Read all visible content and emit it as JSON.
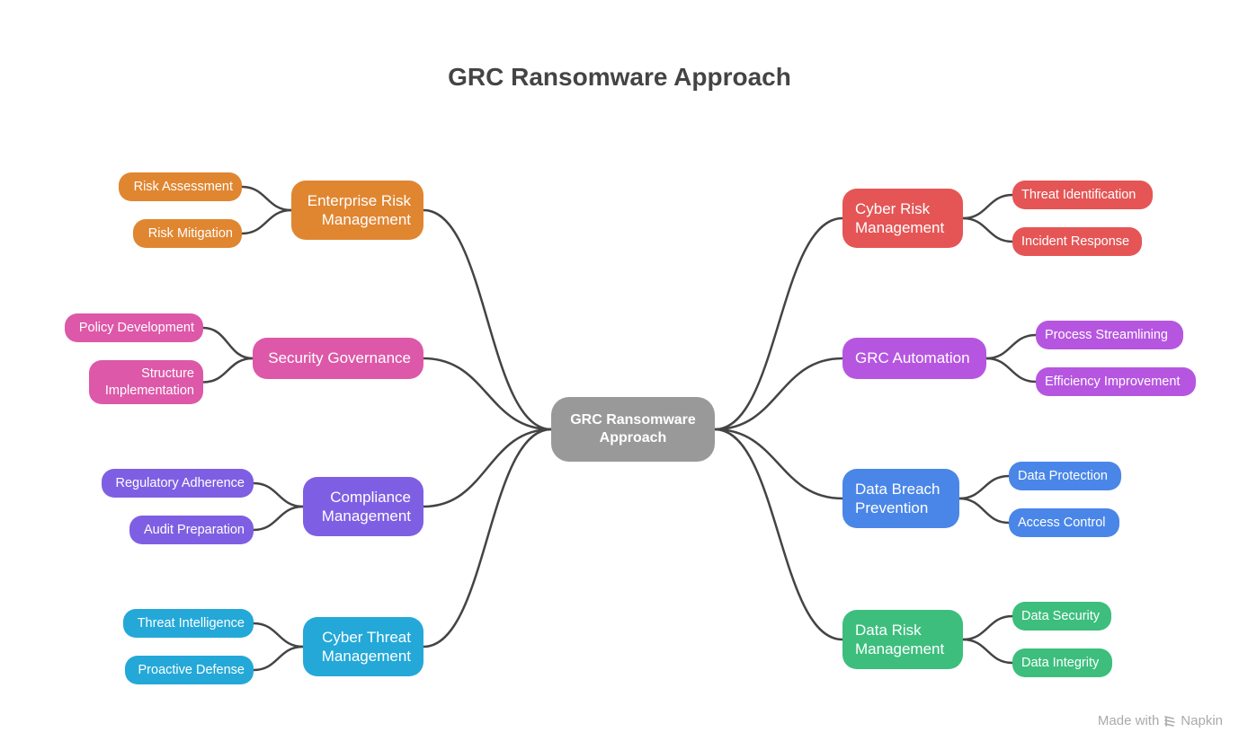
{
  "title": "GRC Ransomware Approach",
  "center": {
    "label": "GRC Ransomware Approach",
    "color": "#999999"
  },
  "link_color": "#444444",
  "branches": [
    {
      "label": "Enterprise Risk Management",
      "side": "left",
      "color": "#E08631",
      "children": [
        "Risk Assessment",
        "Risk Mitigation"
      ]
    },
    {
      "label": "Security Governance",
      "side": "left",
      "color": "#DD58A8",
      "children": [
        "Policy Development",
        "Structure Implementation"
      ]
    },
    {
      "label": "Compliance Management",
      "side": "left",
      "color": "#7E5FE3",
      "children": [
        "Regulatory Adherence",
        "Audit Preparation"
      ]
    },
    {
      "label": "Cyber Threat Management",
      "side": "left",
      "color": "#24A8D8",
      "children": [
        "Threat Intelligence",
        "Proactive Defense"
      ]
    },
    {
      "label": "Cyber Risk Management",
      "side": "right",
      "color": "#E55555",
      "children": [
        "Threat Identification",
        "Incident Response"
      ]
    },
    {
      "label": "GRC Automation",
      "side": "right",
      "color": "#B656E0",
      "children": [
        "Process Streamlining",
        "Efficiency Improvement"
      ]
    },
    {
      "label": "Data Breach Prevention",
      "side": "right",
      "color": "#4A86E8",
      "children": [
        "Data Protection",
        "Access Control"
      ]
    },
    {
      "label": "Data Risk Management",
      "side": "right",
      "color": "#3DBE7D",
      "children": [
        "Data Security",
        "Data Integrity"
      ]
    }
  ],
  "footer": {
    "made_with": "Made with",
    "brand": "Napkin",
    "icon": "napkin-logo-icon"
  }
}
